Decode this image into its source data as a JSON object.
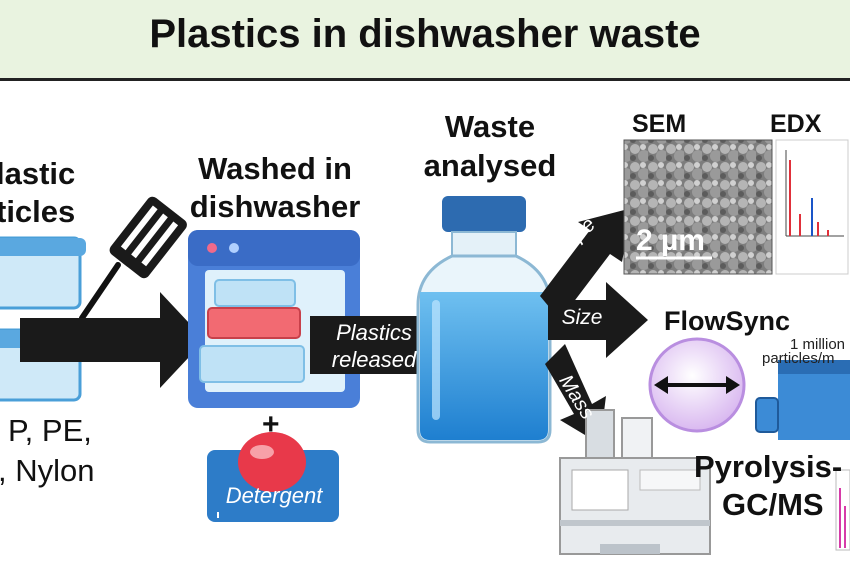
{
  "title": "Plastics in dishwasher waste",
  "plastic_articles": {
    "line1": "lastic",
    "line2": "ticles"
  },
  "polymers": {
    "line1": "P, PE,",
    "line2": ", Nylon"
  },
  "washed": {
    "line1": "Washed in",
    "line2": "dishwasher"
  },
  "detergent": {
    "plus": "+",
    "label": "Detergent"
  },
  "release_arrow": {
    "line1": "Plastics",
    "line2": "released"
  },
  "waste": {
    "line1": "Waste",
    "line2": "analysed"
  },
  "branches": {
    "shape": "Shape",
    "size": "Size",
    "mass": "Mass"
  },
  "sem": {
    "label": "SEM",
    "scale": "2 µm"
  },
  "edx": {
    "label": "EDX"
  },
  "flowsync": {
    "label": "FlowSync",
    "sub1": "1 million",
    "sub2": "particles/m"
  },
  "pyrolysis": {
    "line1": "Pyrolysis-",
    "line2": "GC/MS"
  },
  "colors": {
    "banner": "#e9f3e0",
    "arrow": "#1a1a1a",
    "container_blue": "#5aa8e0",
    "water": "#3a9be0",
    "lid": "#2d6bb0",
    "detergent_blue": "#2d7cc8",
    "button_red": "#e8394a"
  }
}
